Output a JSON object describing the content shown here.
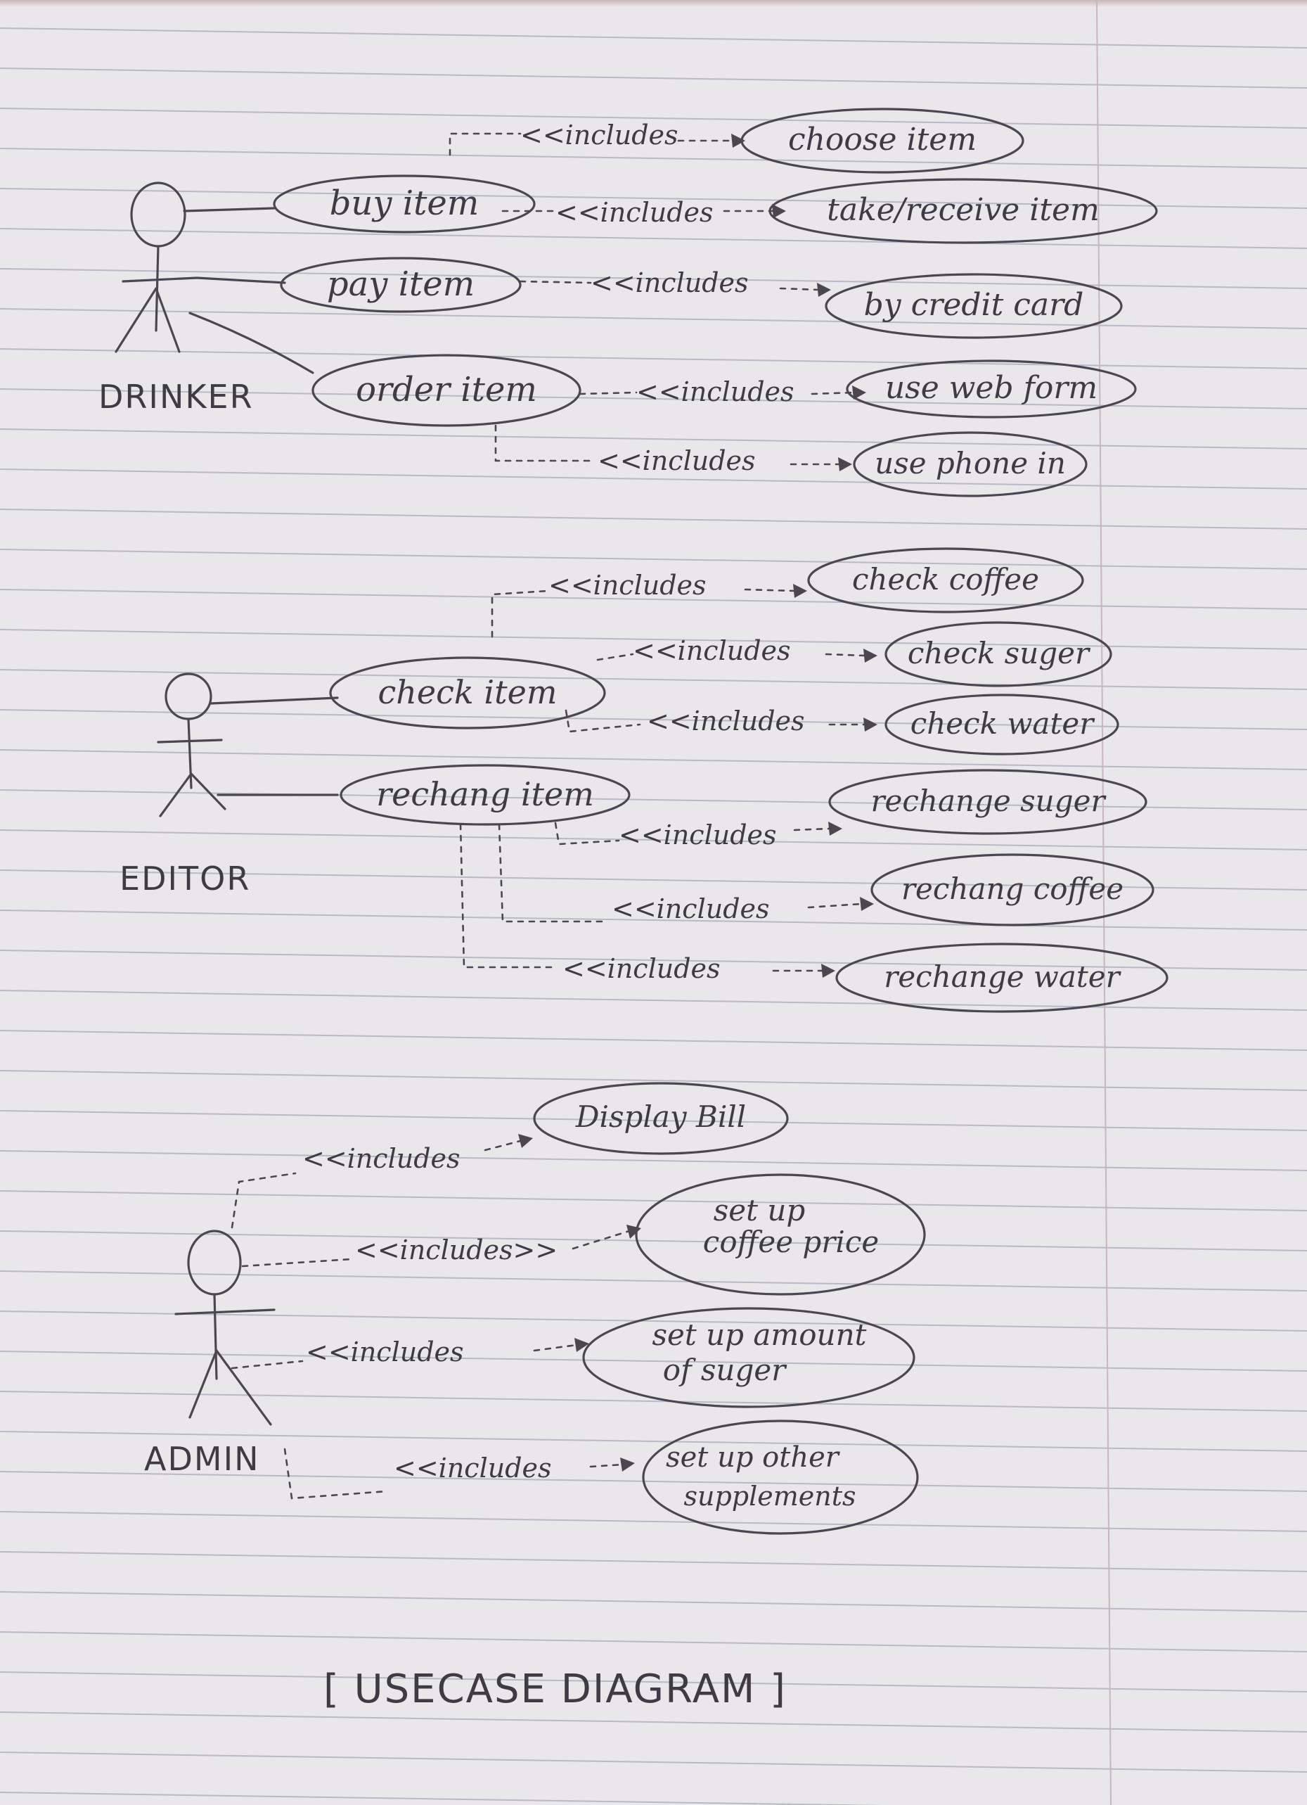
{
  "diagram": {
    "caption": "[ USECASE DIAGRAM ]",
    "actors": [
      {
        "id": "drinker",
        "label": "DRINKER"
      },
      {
        "id": "editor",
        "label": "EDITOR"
      },
      {
        "id": "admin",
        "label": "ADMIN"
      }
    ],
    "drinker_usecases": [
      {
        "id": "buy",
        "label": "buy item"
      },
      {
        "id": "pay",
        "label": "pay item"
      },
      {
        "id": "order",
        "label": "order item"
      }
    ],
    "drinker_includes": [
      {
        "label": "choose item",
        "relation": "<<includes",
        "from": "buy"
      },
      {
        "label": "take/receive item",
        "relation": "<<includes",
        "from": "buy"
      },
      {
        "label": "by credit card",
        "relation": "<<includes",
        "from": "pay"
      },
      {
        "label": "use web form",
        "relation": "<<includes",
        "from": "order"
      },
      {
        "label": "use phone in",
        "relation": "<<includes",
        "from": "order"
      }
    ],
    "editor_usecases": [
      {
        "id": "check",
        "label": "check item"
      },
      {
        "id": "recharge",
        "label": "rechang item"
      }
    ],
    "editor_includes": [
      {
        "label": "check coffee",
        "relation": "<<includes",
        "from": "check"
      },
      {
        "label": "check suger",
        "relation": "<<includes",
        "from": "check"
      },
      {
        "label": "check water",
        "relation": "<<includes",
        "from": "check"
      },
      {
        "label": "rechange suger",
        "relation": "<<includes",
        "from": "recharge"
      },
      {
        "label": "rechang coffee",
        "relation": "<<includes",
        "from": "recharge"
      },
      {
        "label": "rechange water",
        "relation": "<<includes",
        "from": "recharge"
      }
    ],
    "admin_includes": [
      {
        "label": "Display Bill",
        "relation": "<<includes"
      },
      {
        "label": "set up coffee price",
        "line1": "set up",
        "line2": "coffee price",
        "relation": "<<includes>>"
      },
      {
        "label": "set up amount of suger",
        "line1": "set up amount",
        "line2": "of suger",
        "relation": "<<includes"
      },
      {
        "label": "set up other supplements",
        "line1": "set up other",
        "line2": "supplements",
        "relation": "<<includes"
      }
    ]
  }
}
